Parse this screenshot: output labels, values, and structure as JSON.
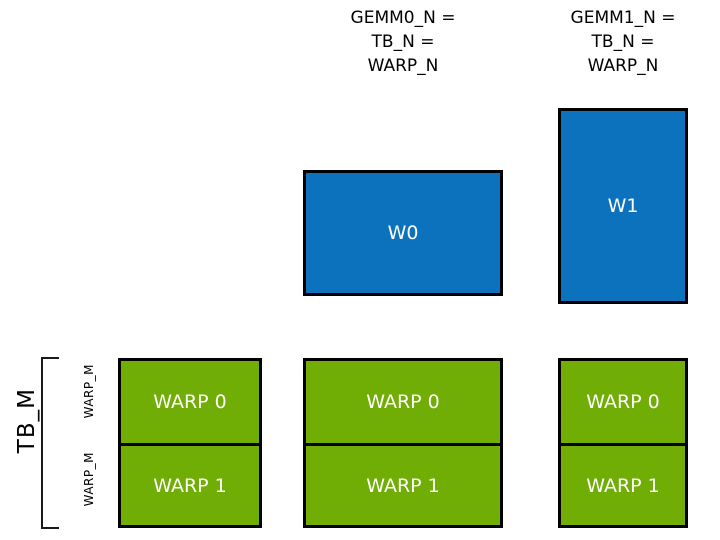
{
  "figure": {
    "background_color": "#ffffff",
    "blue_color": "#0c72be",
    "green_color": "#70ad05",
    "outline_color": "#000000",
    "label_color": "#000000",
    "box_text_color": "#ffffff"
  },
  "headers": [
    {
      "id": "gemm0",
      "text": "GEMM0_N =\nTB_N =\nWARP_N"
    },
    {
      "id": "gemm1",
      "text": "GEMM1_N =\nTB_N =\nWARP_N"
    }
  ],
  "warp_tiles": [
    {
      "id": "w0",
      "label": "W0"
    },
    {
      "id": "w1",
      "label": "W1"
    }
  ],
  "threadblocks": [
    {
      "id": "tb0",
      "warps": [
        {
          "label": "WARP 0"
        },
        {
          "label": "WARP 1"
        }
      ]
    },
    {
      "id": "tb1",
      "warps": [
        {
          "label": "WARP 0"
        },
        {
          "label": "WARP 1"
        }
      ]
    },
    {
      "id": "tb2",
      "warps": [
        {
          "label": "WARP 0"
        },
        {
          "label": "WARP 1"
        }
      ]
    }
  ],
  "axis": {
    "tb_m_label": "TB_M",
    "warp_m_labels": [
      "WARP_M",
      "WARP_M"
    ]
  }
}
